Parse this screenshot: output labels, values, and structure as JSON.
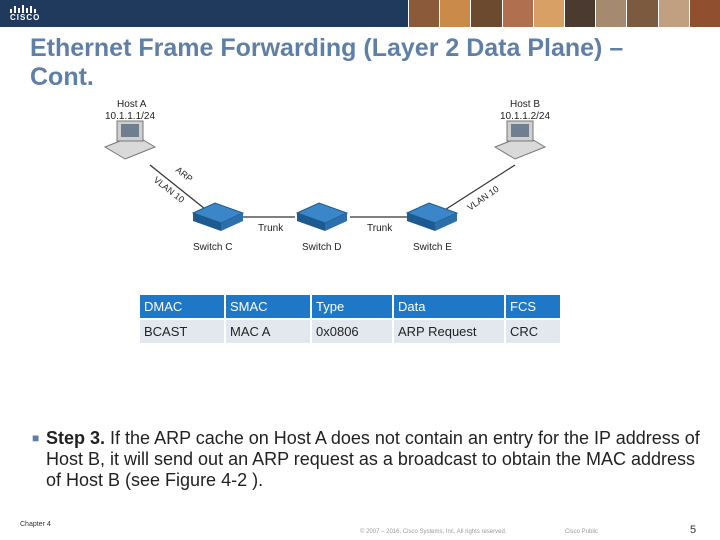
{
  "header": {
    "logo_text": "CISCO",
    "photo_colors": [
      "#8a5a3a",
      "#c98a4a",
      "#6b4a2f",
      "#b07050",
      "#d9a066",
      "#4a3a30",
      "#a58a70",
      "#7c5a40",
      "#c0a080",
      "#905030"
    ]
  },
  "slide": {
    "title": "Ethernet Frame Forwarding (Layer 2 Data Plane) – Cont."
  },
  "diagram": {
    "host_a": {
      "name": "Host A",
      "ip": "10.1.1.1/24"
    },
    "host_b": {
      "name": "Host B",
      "ip": "10.1.1.2/24"
    },
    "switches": [
      "Switch C",
      "Switch D",
      "Switch E"
    ],
    "trunk_labels": [
      "Trunk",
      "Trunk"
    ],
    "link_labels": {
      "arp": "ARP",
      "vlan_left": "VLAN 10",
      "vlan_right": "VLAN 10"
    },
    "colors": {
      "switch": "#3a86c8",
      "switch_dark": "#1d5a8e",
      "host": "#c8c8c8"
    }
  },
  "frame_table": {
    "headers": [
      "DMAC",
      "SMAC",
      "Type",
      "Data",
      "FCS"
    ],
    "values": [
      "BCAST",
      "MAC A",
      "0x0806",
      "ARP Request",
      "CRC"
    ],
    "widths": [
      84,
      84,
      80,
      110,
      54
    ]
  },
  "body": {
    "step_label": "Step 3.",
    "step_text": " If the ARP cache on Host A does not contain an entry for the IP address of Host B, it will send out an ARP request as a broadcast to obtain the MAC address of Host B (see Figure 4-2 )."
  },
  "footer": {
    "chapter": "Chapter 4",
    "copyright": "© 2007 – 2016, Cisco Systems, Inc. All rights reserved.",
    "public": "Cisco Public",
    "page": "5"
  }
}
